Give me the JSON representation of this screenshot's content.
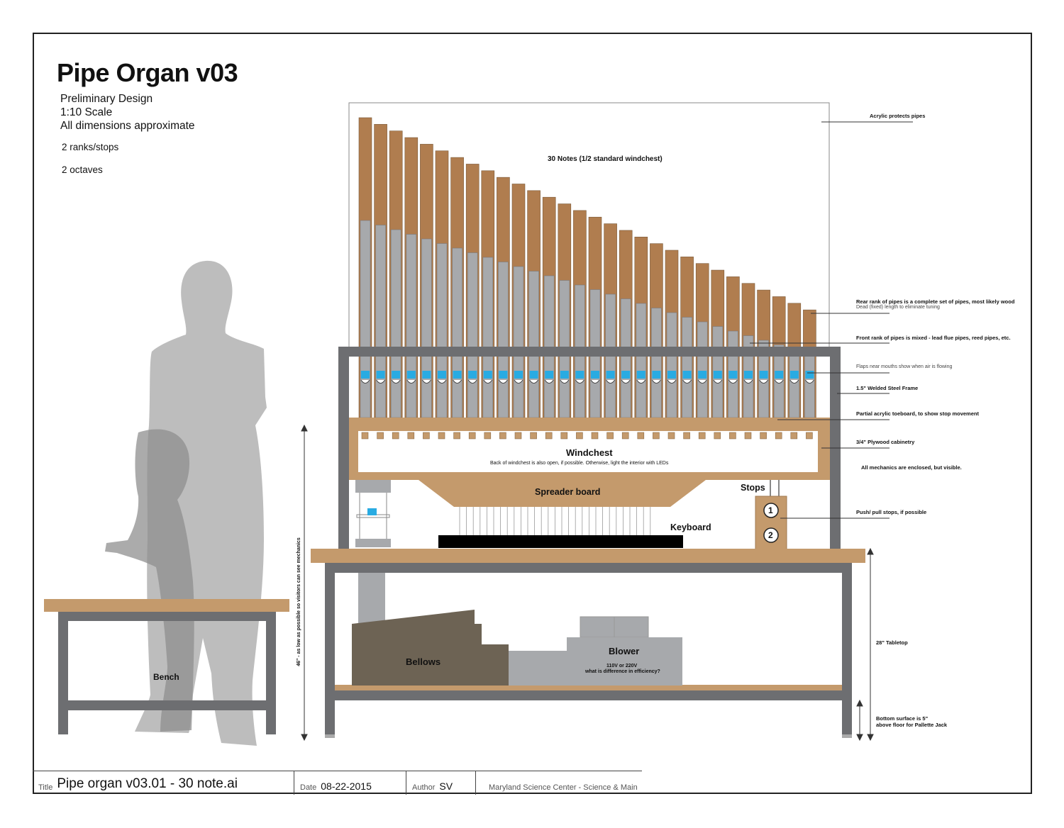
{
  "header": {
    "title": "Pipe Organ v03",
    "lines": [
      "Preliminary Design",
      "1:10 Scale",
      "All dimensions approximate"
    ],
    "ranks": "2 ranks/stops",
    "octaves": "2 octaves"
  },
  "diagram": {
    "pipes_label": "30 Notes (1/2 standard windchest)",
    "windchest_label": "Windchest",
    "windchest_note": "Back of windchest is also open, if possible.  Otherwise, light the interior with LEDs",
    "spreader_label": "Spreader board",
    "keyboard_label": "Keyboard",
    "stops_label": "Stops",
    "stop_1": "1",
    "stop_2": "2",
    "bellows_label": "Bellows",
    "blower_label": "Blower",
    "blower_note_1": "110V or 220V",
    "blower_note_2": "what is difference in efficiency?",
    "bench_label": "Bench",
    "height_dim": "46\" - as low as possible so visitors can see mechanics",
    "pipe_count": 30,
    "colors": {
      "wood_pipe": "#b07d4f",
      "metal_pipe": "#a7a9ac",
      "plywood": "#c49a6c",
      "steel": "#6d6e71",
      "flap": "#29abe2",
      "bellows": "#6d6354",
      "silhouette": "#bcbcbc"
    }
  },
  "annotations": {
    "acrylic": "Acrylic protects pipes",
    "rear_rank": "Rear rank of pipes is a complete set of pipes, most likely wood",
    "rear_rank_sub": "Dead (fixed) length to eliminate tuning",
    "front_rank": "Front rank of pipes is mixed - lead flue pipes, reed pipes, etc.",
    "flaps": "Flaps near mouths show when air is flowing",
    "frame": "1.5\" Welded Steel Frame",
    "toeboard": "Partial acrylic toeboard, to show stop movement",
    "plywood": "3/4\" Plywood cabinetry",
    "mechanics": "All mechanics are enclosed, but visible.",
    "stops": "Push/ pull stops, if possible",
    "tabletop": "28\" Tabletop",
    "bottom_1": "Bottom surface is 5\"",
    "bottom_2": "above floor for Pallette Jack"
  },
  "title_block": {
    "title_key": "Title",
    "title_value": "Pipe organ v03.01 - 30 note.ai",
    "date_key": "Date",
    "date_value": "08-22-2015",
    "author_key": "Author",
    "author_value": "SV",
    "org": "Maryland Science Center  - Science & Main"
  }
}
